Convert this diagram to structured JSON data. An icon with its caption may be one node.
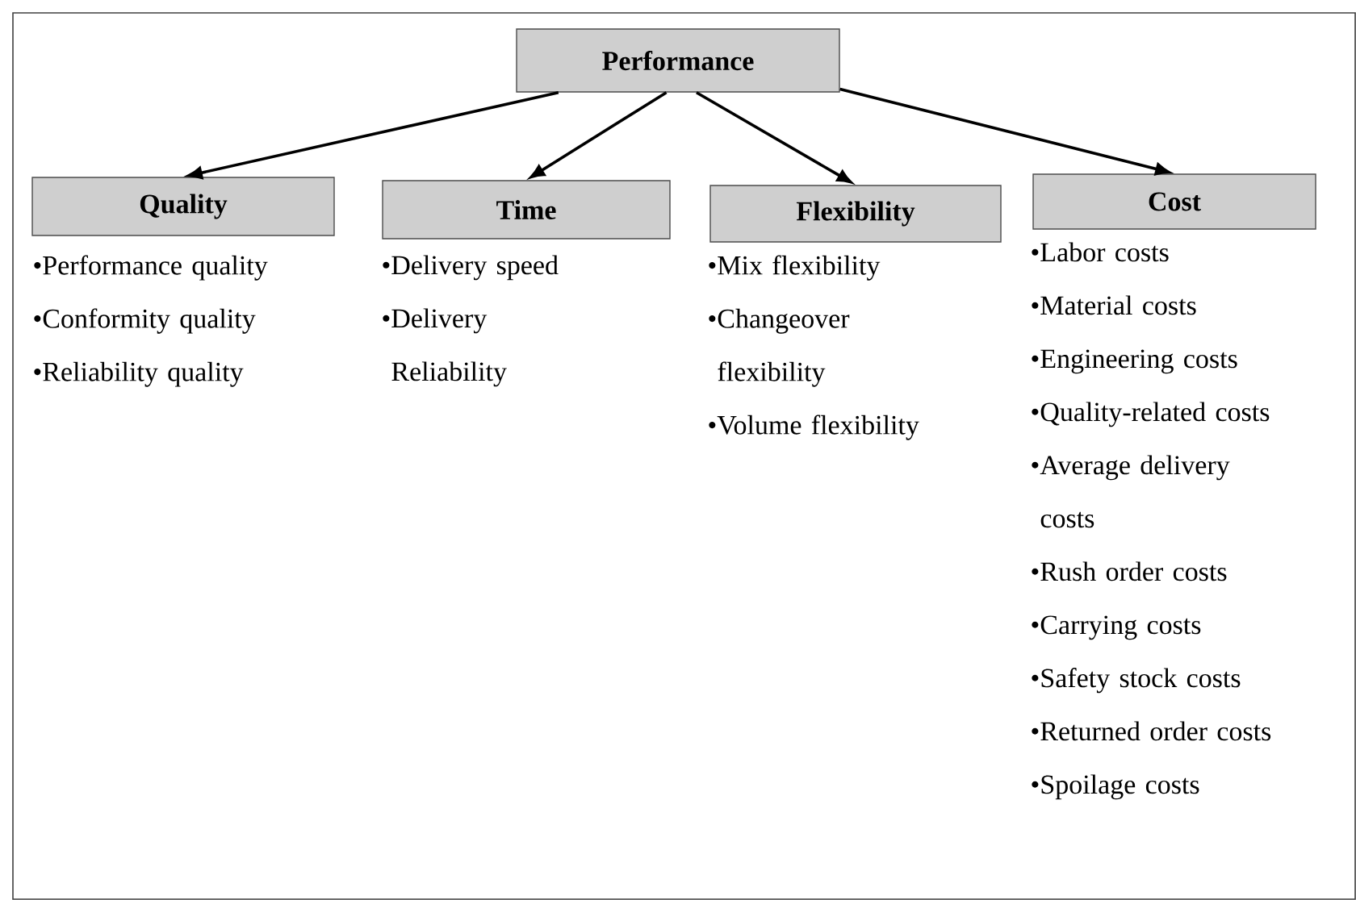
{
  "diagram": {
    "nodes": [
      {
        "text": [
          "Performance"
        ]
      },
      {
        "text": [
          "Quality"
        ],
        "beside": [
          "•Performance quality",
          "•Conformity quality",
          "•Reliability quality"
        ]
      },
      {
        "text": [
          "Time"
        ],
        "beside": [
          "•Delivery speed",
          "•Delivery Reliability"
        ]
      },
      {
        "text": [
          "Flexibility"
        ],
        "beside": [
          "•Mix flexibility",
          "•Changeover flexibility",
          "•Volume flexibility"
        ]
      },
      {
        "text": [
          "Cost"
        ],
        "beside": [
          "•Labor costs",
          "•Material costs",
          "•Engineering costs",
          "•Quality-related costs",
          "•Average delivery costs",
          "•Rush order costs",
          "•Carrying costs",
          "•Safety stock costs",
          "•Returned order costs",
          "•Spoilage costs"
        ]
      }
    ],
    "edges": [
      {
        "from": 0,
        "to": 1,
        "arrow": "to"
      },
      {
        "from": 0,
        "to": 2,
        "arrow": "to"
      },
      {
        "from": 0,
        "to": 3,
        "arrow": "to"
      },
      {
        "from": 0,
        "to": 4,
        "arrow": "to"
      }
    ]
  }
}
